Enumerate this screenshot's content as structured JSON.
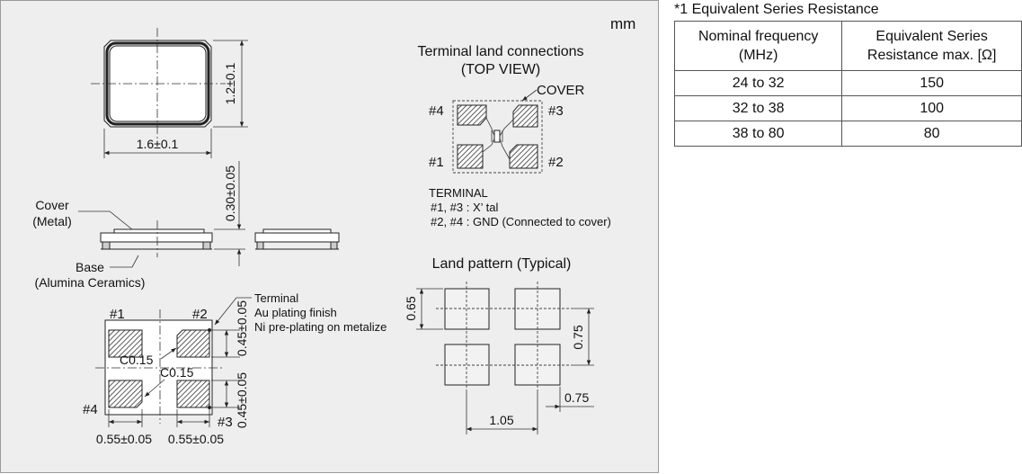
{
  "diagram": {
    "unit": "mm",
    "top_view": {
      "height_dim": "1.2±0.1",
      "width_dim": "1.6±0.1"
    },
    "side_view": {
      "height_dim": "0.30±0.05",
      "cover_label_1": "Cover",
      "cover_label_2": "(Metal)",
      "base_label_1": "Base",
      "base_label_2": "(Alumina Ceramics)"
    },
    "bottom_view": {
      "pin1": "#1",
      "pin2": "#2",
      "pin3": "#3",
      "pin4": "#4",
      "chamfer_1": "C0.15",
      "chamfer_2": "C0.15",
      "pad_height_upper": "0.45±0.05",
      "pad_height_lower": "0.45±0.05",
      "pad_width_left": "0.55±0.05",
      "pad_width_right": "0.55±0.05",
      "terminal_note_1": "Terminal",
      "terminal_note_2": "Au plating finish",
      "terminal_note_3": "Ni pre-plating on metalize"
    },
    "terminal_connections": {
      "title_1": "Terminal land connections",
      "title_2": "(TOP VIEW)",
      "cover_label": "COVER",
      "pin1": "#1",
      "pin2": "#2",
      "pin3": "#3",
      "pin4": "#4",
      "legend_title": "TERMINAL",
      "legend_1": "#1, #3 : X’ tal",
      "legend_2": "#2, #4 : GND (Connected to cover)"
    },
    "land_pattern": {
      "title": "Land pattern (Typical)",
      "dim_pad_height": "0.65",
      "dim_pitch_vertical": "0.75",
      "dim_pitch_horizontal": "1.05",
      "dim_pad_width": "0.75"
    }
  },
  "esr_table": {
    "note": "*1 Equivalent Series Resistance",
    "headers": [
      {
        "line1": "Nominal frequency",
        "line2": "(MHz)"
      },
      {
        "line1": "Equivalent Series",
        "line2": "Resistance max. [Ω]"
      }
    ],
    "rows": [
      [
        "24 to 32",
        "150"
      ],
      [
        "32 to 38",
        "100"
      ],
      [
        "38 to 80",
        "80"
      ]
    ]
  }
}
